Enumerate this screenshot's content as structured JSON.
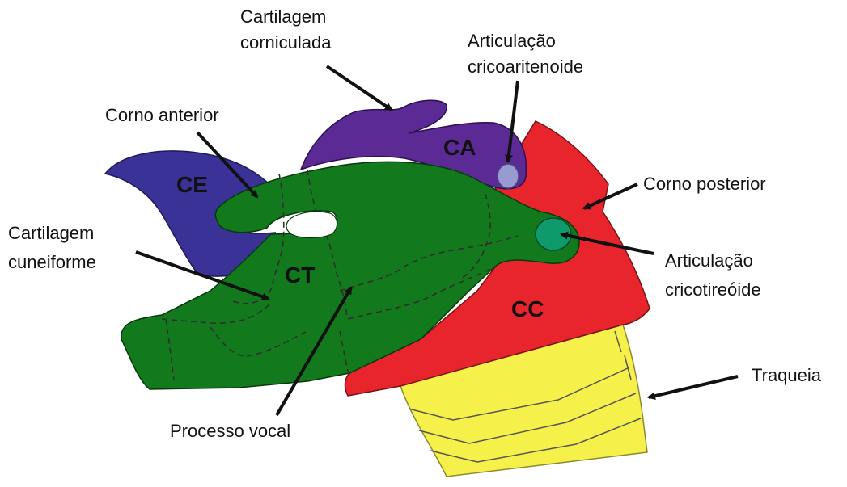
{
  "labels": {
    "corniculada": [
      "Cartilagem",
      "corniculada"
    ],
    "articulacao_cricoaritenoide": [
      "Articulação",
      "cricoaritenoide"
    ],
    "corno_anterior": "Corno anterior",
    "corno_posterior": "Corno posterior",
    "cuneiforme": [
      "Cartilagem",
      "cuneiforme"
    ],
    "articulacao_cricotireoide": [
      "Articulação",
      "cricotireóide"
    ],
    "traqueia": "Traqueia",
    "processo_vocal": "Processo vocal"
  },
  "regions": {
    "ce": "CE",
    "ca": "CA",
    "ct": "CT",
    "cc": "CC"
  },
  "colors": {
    "epiglottis": "#3a3296",
    "arytenoid": "#5b2a94",
    "thyroid": "#127a1d",
    "cricoid": "#e8242c",
    "trachea": "#f5f04a",
    "cricoarytenoid_joint": "#9a9ad2",
    "cricothyroid_joint": "#0e9a6a",
    "outline": "#2b2b2b"
  }
}
